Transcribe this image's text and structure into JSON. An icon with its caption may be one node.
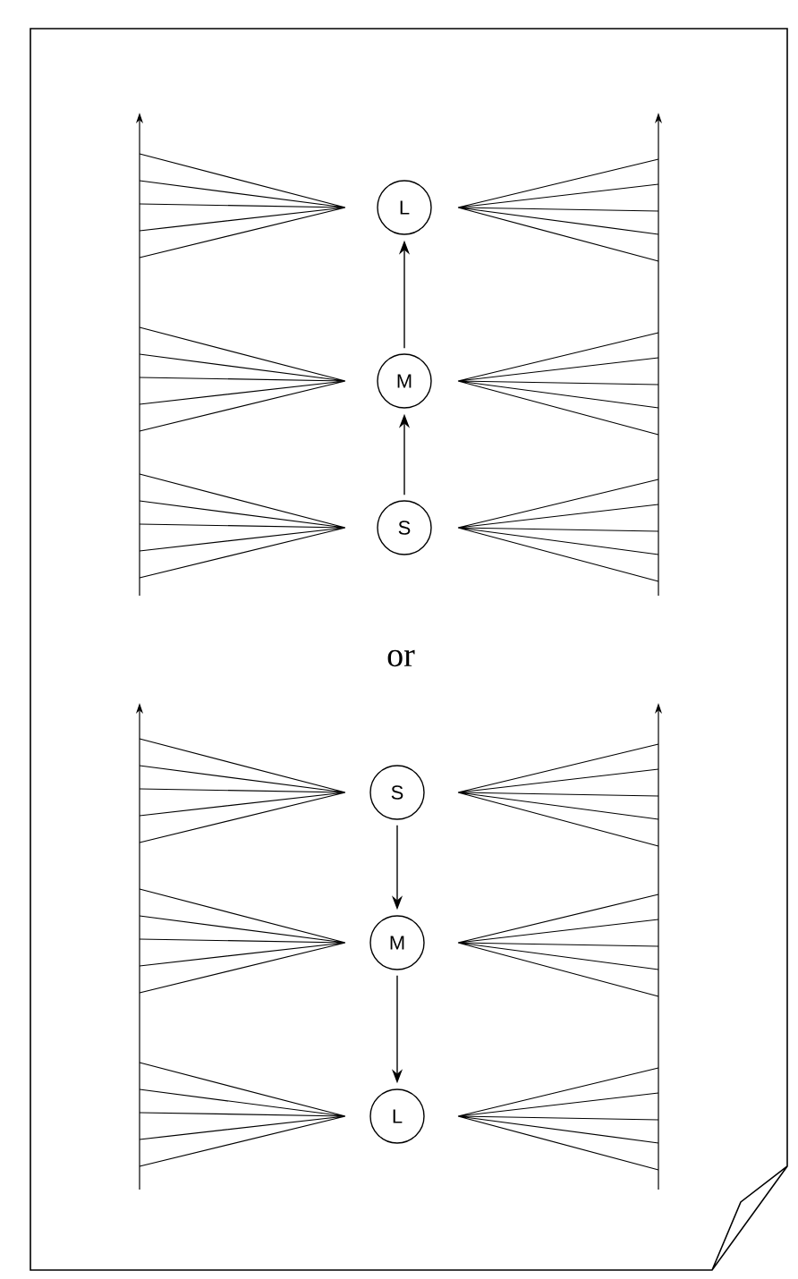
{
  "diagram": {
    "nodes": [
      {
        "text": [
          "L"
        ]
      },
      {
        "text": [
          "M"
        ]
      },
      {
        "text": [
          "S"
        ]
      },
      {
        "text": [
          "S"
        ]
      },
      {
        "text": [
          "M"
        ]
      },
      {
        "text": [
          "L"
        ]
      }
    ],
    "edges": [
      {
        "from": 2,
        "to": 1,
        "arrow": "to"
      },
      {
        "from": 1,
        "to": 0,
        "arrow": "to"
      },
      {
        "from": 3,
        "to": 4,
        "arrow": "to"
      },
      {
        "from": 4,
        "to": 5,
        "arrow": "to"
      }
    ],
    "labels": [
      "or"
    ]
  }
}
